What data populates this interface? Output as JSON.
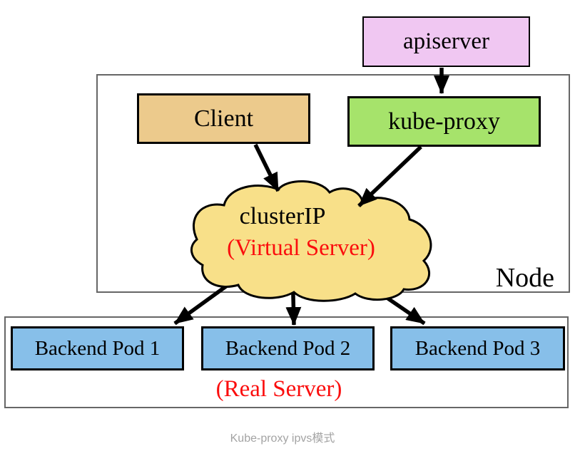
{
  "colors": {
    "apiserver_fill": "#f0c7f2",
    "client_fill": "#ecca8c",
    "kube_proxy_fill": "#a6e36b",
    "cloud_fill": "#f8e089",
    "pod_fill": "#87bfe9",
    "box_border": "#000000",
    "container_border": "#666666",
    "red_text": "#fb0d0d",
    "arrow": "#000000",
    "caption_text": "#a3a3a3"
  },
  "nodes": {
    "apiserver": "apiserver",
    "client": "Client",
    "kube_proxy": "kube-proxy",
    "cluster_ip_line1": "clusterIP",
    "cluster_ip_line2": "(Virtual Server)",
    "node_label": "Node",
    "real_server_label": "(Real Server)"
  },
  "pods": [
    {
      "label": "Backend Pod 1"
    },
    {
      "label": "Backend Pod 2"
    },
    {
      "label": "Backend Pod 3"
    }
  ],
  "arrows": [
    {
      "from": "apiserver",
      "to": "kube-proxy"
    },
    {
      "from": "Client",
      "to": "clusterIP"
    },
    {
      "from": "kube-proxy",
      "to": "clusterIP"
    },
    {
      "from": "clusterIP",
      "to": "Backend Pod 1"
    },
    {
      "from": "clusterIP",
      "to": "Backend Pod 2"
    },
    {
      "from": "clusterIP",
      "to": "Backend Pod 3"
    }
  ],
  "caption": "Kube-proxy ipvs模式"
}
